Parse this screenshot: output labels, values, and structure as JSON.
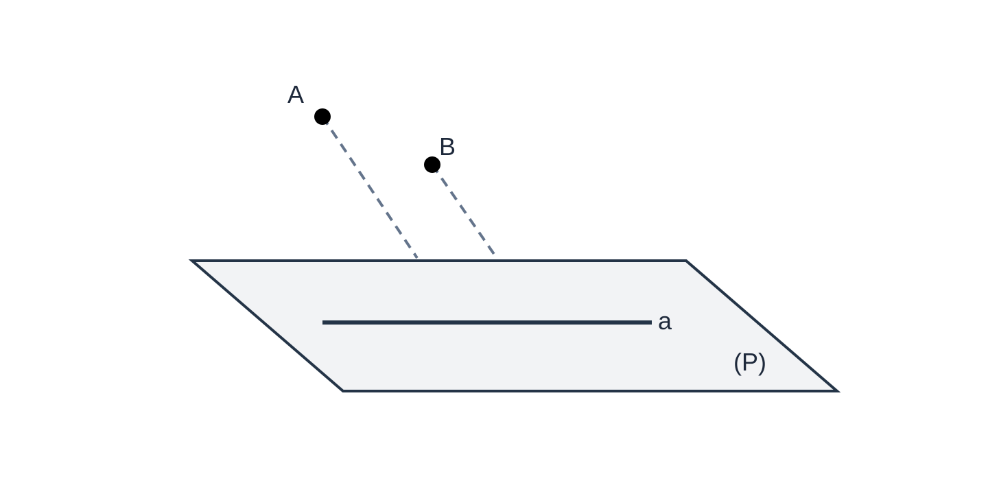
{
  "diagram": {
    "points": [
      {
        "id": "A",
        "label": "A"
      },
      {
        "id": "B",
        "label": "B"
      }
    ],
    "line": {
      "label": "a"
    },
    "plane": {
      "label": "(P)"
    },
    "colors": {
      "plane_fill": "#f2f3f5",
      "plane_stroke": "#243447",
      "line_stroke": "#243447",
      "dashed_stroke": "#64748b",
      "point_fill": "#000000",
      "label_color": "#1e293b"
    }
  }
}
